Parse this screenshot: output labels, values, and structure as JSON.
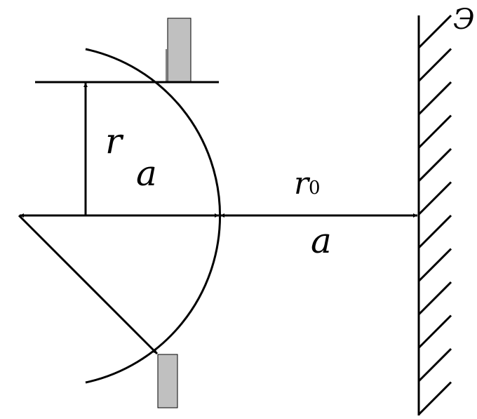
{
  "labels": {
    "r": "r",
    "a_upper": "a",
    "r0_base": "r",
    "r0_sub": "0",
    "a_lower": "a",
    "screen": "Э"
  },
  "colors": {
    "stroke": "#000000",
    "block_fill": "#c0c0c0"
  }
}
